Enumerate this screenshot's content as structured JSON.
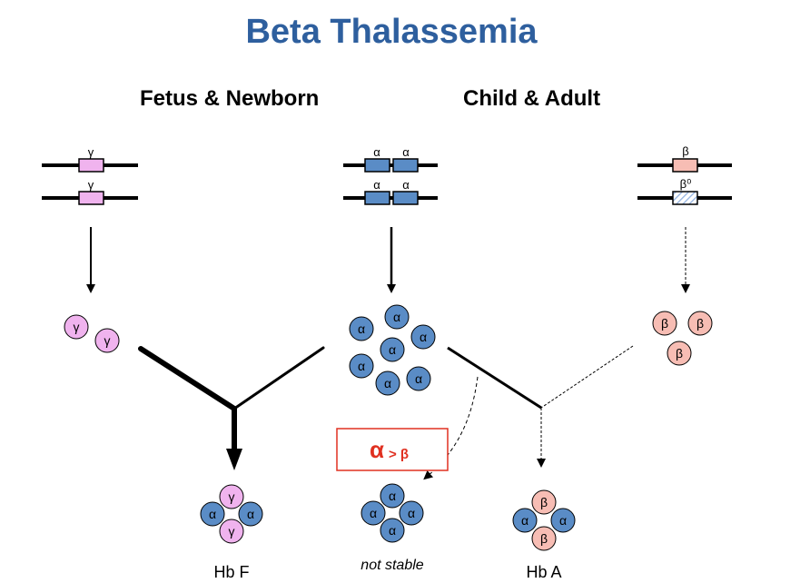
{
  "title": "Beta Thalassemia",
  "headings": {
    "fetus": "Fetus & Newborn",
    "adult": "Child & Adult"
  },
  "genes": {
    "gamma": [
      "γ",
      "γ"
    ],
    "alpha": [
      "α",
      "α",
      "α",
      "α"
    ],
    "beta": [
      "β",
      "β⁰"
    ]
  },
  "chains": {
    "gamma": "γ",
    "alpha": "α",
    "beta": "β"
  },
  "imbalance": {
    "big": "α",
    "small": "> β"
  },
  "captions": {
    "hbf": "Hb F",
    "unstable": "not stable",
    "hba": "Hb A"
  },
  "colors": {
    "title": "#2e5f9e",
    "gamma": "#f0b3ee",
    "alpha": "#5a8cc6",
    "beta": "#f7bdb4",
    "imbalance": "#e03020"
  }
}
